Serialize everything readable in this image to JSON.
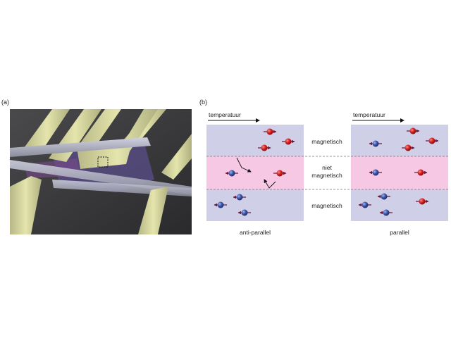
{
  "panel_a": {
    "label": "(a)"
  },
  "panel_b": {
    "label": "(b)",
    "left": {
      "axis_label": "temperatuur",
      "caption": "anti-parallel"
    },
    "right": {
      "axis_label": "temperatuur",
      "caption": "parallel"
    },
    "layers": {
      "top": "magnetisch",
      "middle_line1": "niet",
      "middle_line2": "magnetisch",
      "bottom": "magnetisch"
    },
    "colors": {
      "magnetic_layer": "#cfd0e8",
      "nonmagnetic_layer": "#f6c8e4",
      "electron_red": "#d42020",
      "electron_blue": "#3e55a8",
      "spin_arrow": "#6a1a3a",
      "contact_gold": "#dcdca0",
      "wire_silver": "#b4b6c8"
    }
  }
}
